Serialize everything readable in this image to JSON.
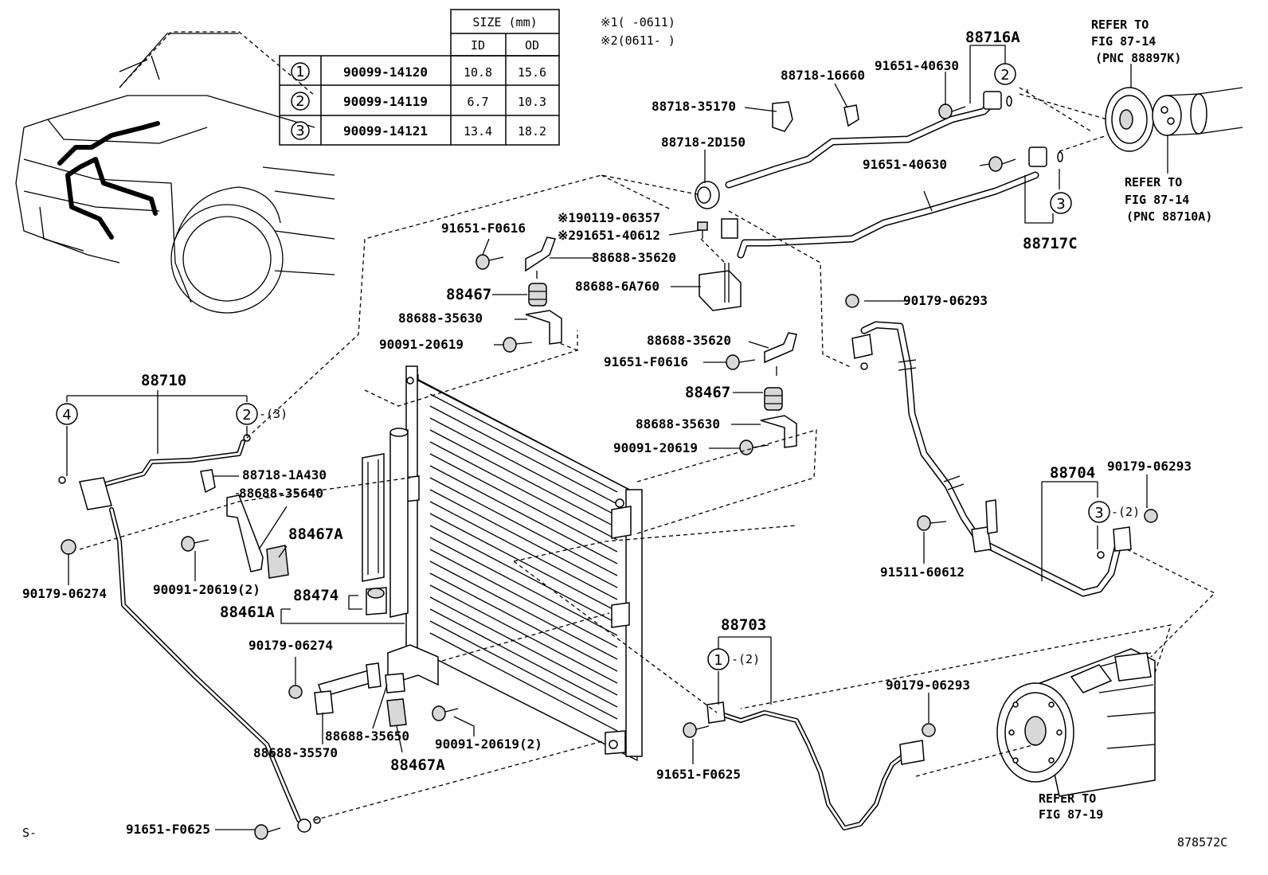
{
  "table": {
    "header_size": "SIZE (mm)",
    "header_id": "ID",
    "header_od": "OD",
    "rows": [
      {
        "mark": "1",
        "part": "90099-14120",
        "id": "10.8",
        "od": "15.6"
      },
      {
        "mark": "2",
        "part": "90099-14119",
        "id": "6.7",
        "od": "10.3"
      },
      {
        "mark": "3",
        "part": "90099-14121",
        "id": "13.4",
        "od": "18.2"
      }
    ]
  },
  "notes": {
    "note1": "※1(   -0611)",
    "note2": "※2(0611-   )"
  },
  "refs": {
    "ref1": [
      "REFER TO",
      "FIG 87-14",
      "(PNC 88897K)"
    ],
    "ref2": [
      "REFER TO",
      "FIG 87-14",
      "(PNC 88710A)"
    ],
    "ref3": [
      "REFER TO",
      "FIG 87-19"
    ]
  },
  "marks": {
    "m1": "1",
    "m2": "2",
    "m3": "3",
    "m4": "4",
    "qty2": "-(2)",
    "qty3": "-(3)"
  },
  "labels": {
    "p88716A": "88716A",
    "p91651_40630a": "91651-40630",
    "p88718_16660": "88718-16660",
    "p88718_35170": "88718-35170",
    "p88718_2D150": "88718-2D150",
    "p91651_40630b": "91651-40630",
    "p88717C": "88717C",
    "p190119_06357": "※190119-06357",
    "p291651_40612": "※291651-40612",
    "p91651_F0616a": "91651-F0616",
    "p88688_35620a": "88688-35620",
    "p88467a": "88467",
    "p88688_6A760": "88688-6A760",
    "p88688_35630a": "88688-35630",
    "p90091_20619a": "90091-20619",
    "p90179_06293a": "90179-06293",
    "p88688_35620b": "88688-35620",
    "p91651_F0616b": "91651-F0616",
    "p88467b": "88467",
    "p88688_35630b": "88688-35630",
    "p90091_20619b": "90091-20619",
    "p88710": "88710",
    "p88718_1A430": "88718-1A430",
    "p88688_35640": "88688-35640",
    "p88467A_a": "88467A",
    "p90179_06274a": "90179-06274",
    "p90091_20619c": "90091-20619(2)",
    "p88474": "88474",
    "p88461A": "88461A",
    "p88704": "88704",
    "p90179_06293b": "90179-06293",
    "p91511_60612": "91511-60612",
    "p90179_06274b": "90179-06274",
    "p88688_35650": "88688-35650",
    "p88688_35570": "88688-35570",
    "p90091_20619d": "90091-20619(2)",
    "p88467A_b": "88467A",
    "p88703": "88703",
    "p90179_06293c": "90179-06293",
    "p91651_F0625a": "91651-F0625",
    "p91651_F0625b": "91651-F0625",
    "s_mark": "S-",
    "fig_code": "878572C"
  }
}
